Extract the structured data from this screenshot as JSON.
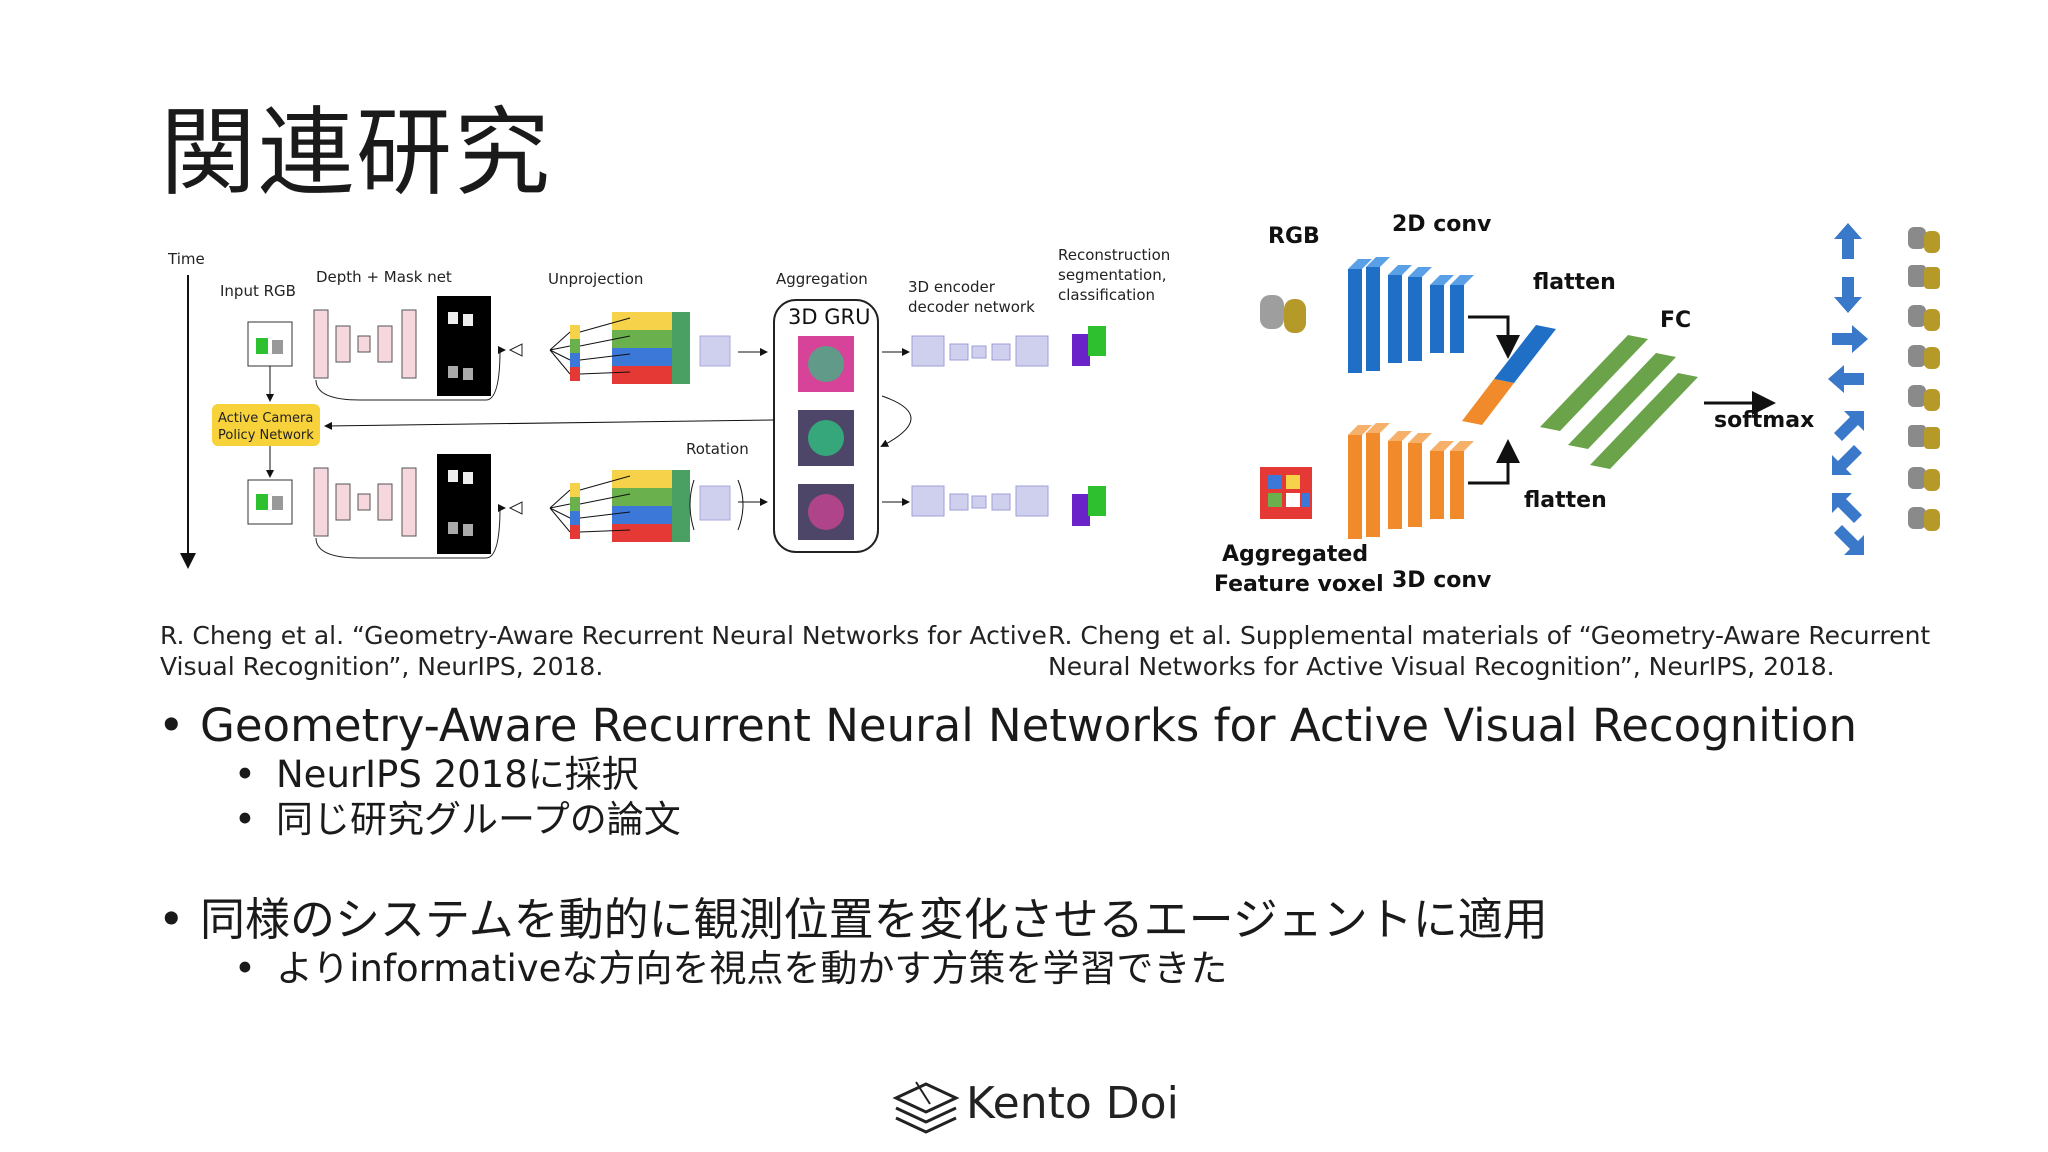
{
  "slide": {
    "title": "関連研究"
  },
  "figure_left": {
    "labels": {
      "time": "Time",
      "input_rgb": "Input RGB",
      "depth_mask": "Depth + Mask net",
      "unprojection": "Unprojection",
      "aggregation": "Aggregation",
      "gru": "3D GRU",
      "encoder_1": "3D encoder",
      "encoder_2": "decoder network",
      "recon_1": "Reconstruction",
      "recon_2": "segmentation,",
      "recon_3": "classification",
      "policy_1": "Active Camera",
      "policy_2": "Policy Network",
      "rotation": "Rotation"
    }
  },
  "figure_right": {
    "labels": {
      "rgb": "RGB",
      "conv2d": "2D conv",
      "flatten_top": "flatten",
      "fc": "FC",
      "softmax": "softmax",
      "flatten_bottom": "flatten",
      "agg_1": "Aggregated",
      "agg_2": "Feature voxel",
      "conv3d": "3D conv"
    }
  },
  "captions": {
    "left_line1": "R. Cheng et al. “Geometry-Aware Recurrent Neural Networks for Active",
    "left_line2": "Visual Recognition”, NeurIPS, 2018.",
    "right_line1": "R. Cheng et al. Supplemental materials of “Geometry-Aware Recurrent",
    "right_line2": "Neural Networks for Active Visual Recognition”, NeurIPS, 2018."
  },
  "bullets": {
    "b1": "Geometry-Aware Recurrent Neural Networks for Active Visual Recognition",
    "b1_sub1": "NeurIPS 2018に採択",
    "b1_sub2": "同じ研究グループの論文",
    "b2": "同様のシステムを動的に観測位置を変化させるエージェントに適用",
    "b2_sub1": "よりinformativeな方向を視点を動かす方策を学習できた"
  },
  "footer": {
    "name": "Kento Doi"
  },
  "colors": {
    "policy_box": "#f7d23a",
    "blue": "#1f6fc6",
    "orange": "#f08a2a",
    "green": "#6aa34a",
    "arrow_blue": "#3a78c9"
  }
}
